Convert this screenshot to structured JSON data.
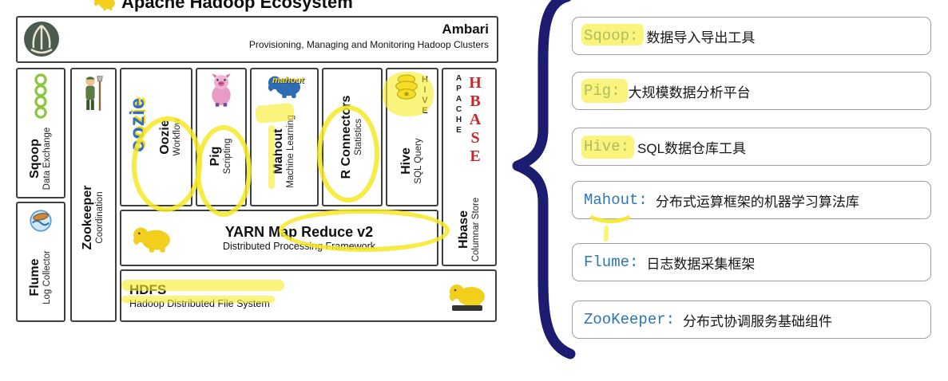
{
  "title": "Apache Hadoop Ecosystem",
  "diagram": {
    "ambari": {
      "name": "Ambari",
      "subtitle": "Provisioning, Managing and Monitoring Hadoop Clusters"
    },
    "sqoop": {
      "name": "Sqoop",
      "subtitle": "Data Exchange"
    },
    "flume": {
      "name": "Flume",
      "subtitle": "Log Collector"
    },
    "zookeeper": {
      "name": "Zookeeper",
      "subtitle": "Coordination"
    },
    "oozie": {
      "name": "Oozie",
      "subtitle": "Workflow",
      "logo_text": "oozie"
    },
    "pig": {
      "name": "Pig",
      "subtitle": "Scripting"
    },
    "mahout": {
      "name": "Mahout",
      "subtitle": "Machine Learning",
      "logo_text": "mahout"
    },
    "r_connectors": {
      "name": "R Connectors",
      "subtitle": "Statistics"
    },
    "hive": {
      "name": "Hive",
      "subtitle": "SQL Query",
      "logo_text": "HIVE"
    },
    "hbase": {
      "name": "Hbase",
      "subtitle": "Columnar Store",
      "logo_top": "APACHE",
      "logo_bottom": "HBASE"
    },
    "yarn": {
      "name": "YARN Map Reduce v2",
      "subtitle": "Distributed Processing Framework"
    },
    "hdfs": {
      "name": "HDFS",
      "subtitle": "Hadoop Distributed File System"
    }
  },
  "annotations": [
    {
      "term": "Sqoop:",
      "desc": "数据导入导出工具"
    },
    {
      "term": "Pig:",
      "desc": "大规模数据分析平台"
    },
    {
      "term": "Hive:",
      "desc": "SQL数据仓库工具"
    },
    {
      "term": "Mahout:",
      "desc": "分布式运算框架的机器学习算法库"
    },
    {
      "term": "Flume:",
      "desc": "日志数据采集框架"
    },
    {
      "term": "ZooKeeper:",
      "desc": "分布式协调服务基础组件"
    }
  ],
  "colors": {
    "brace_navy": "#1c1c70",
    "highlight_yellow": "#f7e724",
    "term_blue": "#2e75b6",
    "hbase_red": "#c62828",
    "elephant_yellow": "#f2cf1d"
  }
}
